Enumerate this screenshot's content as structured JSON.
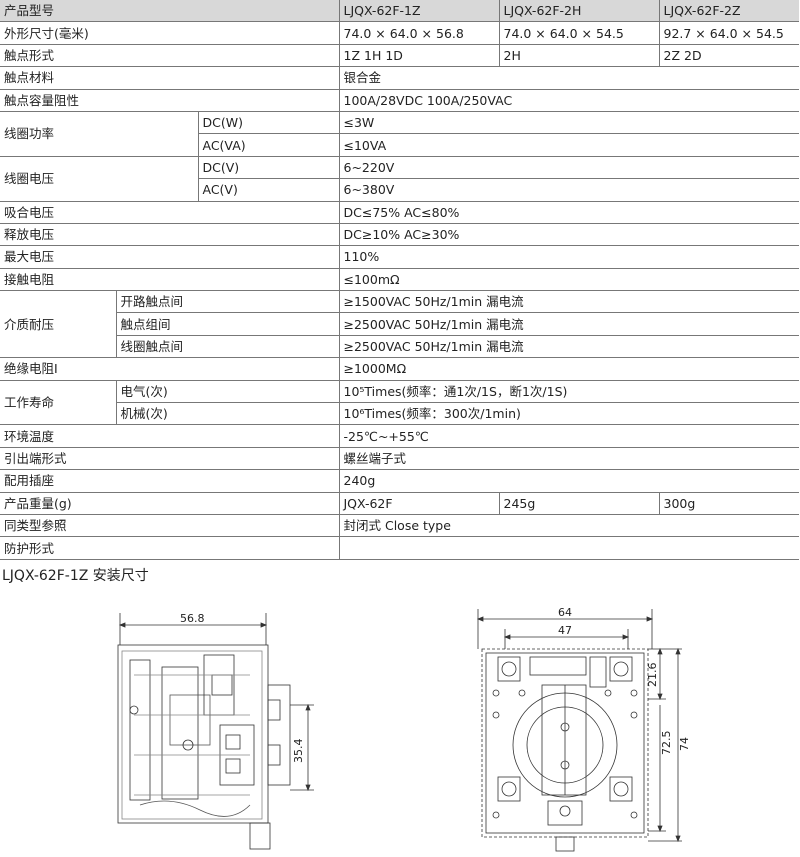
{
  "header": {
    "col_label": "产品型号",
    "models": [
      "LJQX-62F-1Z",
      "LJQX-62F-2H",
      "LJQX-62F-2Z"
    ]
  },
  "rows": {
    "size": {
      "label": "外形尺寸(毫米)",
      "v1": "74.0 × 64.0 × 56.8",
      "v2": "74.0 × 64.0 × 54.5",
      "v3": "92.7 × 64.0 × 54.5"
    },
    "contact_form": {
      "label": "触点形式",
      "v1": "1Z  1H  1D",
      "v2": "2H",
      "v3": "2Z  2D"
    },
    "contact_material": {
      "label": "触点材料",
      "value": "银合金"
    },
    "contact_capacity": {
      "label": "触点容量阻性",
      "value": "100A/28VDC  100A/250VAC"
    },
    "coil_power": {
      "label": "线圈功率",
      "dc_label": "DC(W)",
      "dc_value": "≤3W",
      "ac_label": "AC(VA)",
      "ac_value": "≤10VA"
    },
    "coil_voltage": {
      "label": "线圈电压",
      "dc_label": "DC(V)",
      "dc_value": "6~220V",
      "ac_label": "AC(V)",
      "ac_value": "6~380V"
    },
    "pickup_voltage": {
      "label": "吸合电压",
      "value": "DC≤75%   AC≤80%"
    },
    "release_voltage": {
      "label": "释放电压",
      "value": "DC≥10%   AC≥30%"
    },
    "max_voltage": {
      "label": "最大电压",
      "value": "110%"
    },
    "contact_resistance": {
      "label": "接触电阻",
      "value": "≤100mΩ"
    },
    "dielectric": {
      "label": "介质耐压",
      "sub1_label": "开路触点间",
      "sub1_value": "≥1500VAC  50Hz/1min  漏电流",
      "sub2_label": "触点组间",
      "sub2_value": "≥2500VAC  50Hz/1min  漏电流",
      "sub3_label": "线圈触点间",
      "sub3_value": "≥2500VAC  50Hz/1min  漏电流"
    },
    "insulation": {
      "label": "绝缘电阻I",
      "value": "≥1000MΩ"
    },
    "life": {
      "label": "工作寿命",
      "elec_label": "电气(次)",
      "elec_value": "10⁵Times(频率：通1次/1S，断1次/1S)",
      "mech_label": "机械(次)",
      "mech_value": "10⁶Times(频率：300次/1min)"
    },
    "ambient_temp": {
      "label": "环境温度",
      "value": "-25℃~+55℃"
    },
    "terminal": {
      "label": "引出端形式",
      "value": "螺丝端子式"
    },
    "socket": {
      "label": "配用插座",
      "value": "240g"
    },
    "weight": {
      "label": "产品重量(g)",
      "v1": "JQX-62F",
      "v2": "245g",
      "v3": "300g"
    },
    "equivalent": {
      "label": "同类型参照",
      "value": "封闭式 Close type"
    },
    "protection": {
      "label": "防护形式",
      "value": ""
    }
  },
  "install": {
    "title": "LJQX-62F-1Z 安装尺寸",
    "side_width": "56.8",
    "side_height": "35.4",
    "front_width_outer": "64",
    "front_width_inner": "47",
    "front_top": "21.6",
    "front_height_inner": "72.5",
    "front_height_outer": "74"
  }
}
